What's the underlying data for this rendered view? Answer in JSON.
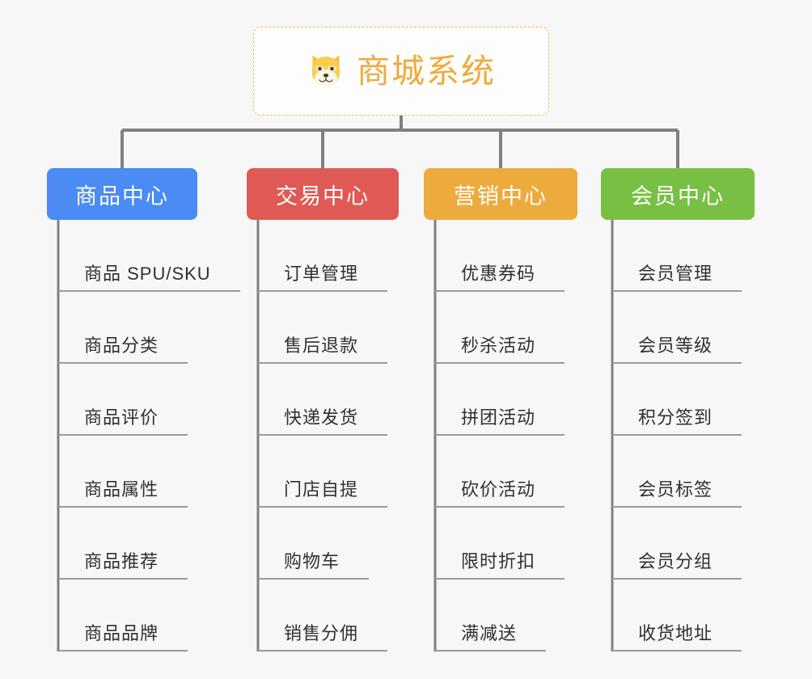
{
  "page": {
    "background_color": "#f7f7f7",
    "connector_color": "#808080",
    "leaf_underline_color": "#9b9b9b",
    "leaf_text_color": "#303030"
  },
  "root": {
    "title": "商城系统",
    "icon": "shiba-dog-face-icon",
    "text_color": "#eeab3d",
    "border_color": "#f0b95a",
    "background_color": "#fdfdfd"
  },
  "columns": [
    {
      "id": "product-center",
      "label": "商品中心",
      "color": "#4a8bf4",
      "items": [
        "商品 SPU/SKU",
        "商品分类",
        "商品评价",
        "商品属性",
        "商品推荐",
        "商品品牌"
      ]
    },
    {
      "id": "trade-center",
      "label": "交易中心",
      "color": "#e05a55",
      "items": [
        "订单管理",
        "售后退款",
        "快递发货",
        "门店自提",
        "购物车",
        "销售分佣"
      ]
    },
    {
      "id": "marketing-center",
      "label": "营销中心",
      "color": "#eeab3d",
      "items": [
        "优惠券码",
        "秒杀活动",
        "拼团活动",
        "砍价活动",
        "限时折扣",
        "满减送"
      ]
    },
    {
      "id": "member-center",
      "label": "会员中心",
      "color": "#78c043",
      "items": [
        "会员管理",
        "会员等级",
        "积分签到",
        "会员标签",
        "会员分组",
        "收货地址"
      ]
    }
  ]
}
